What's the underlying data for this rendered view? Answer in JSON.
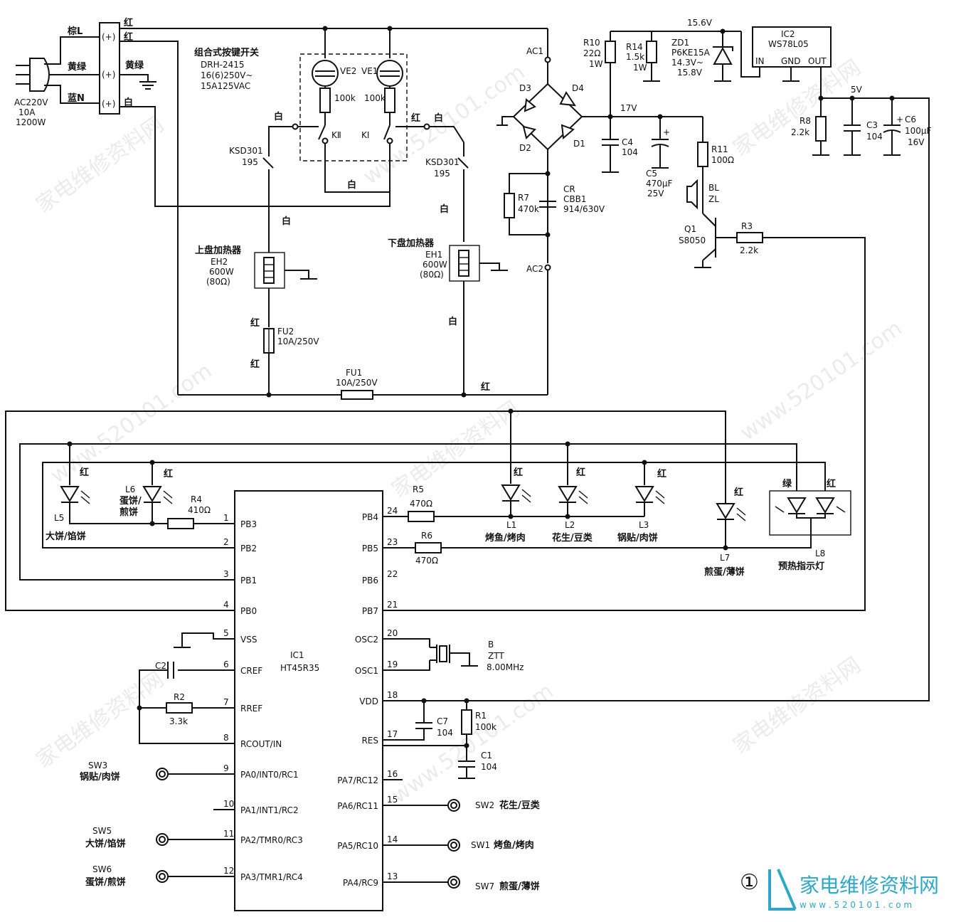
{
  "mains": {
    "source": [
      "AC220V",
      "10A",
      "1200W"
    ],
    "brown_L": "棕L",
    "yellow_green": "黄绿",
    "blue_N": "蓝N",
    "terminal": "(+)",
    "wire_red": "红",
    "wire_white": "白",
    "wire_yg": "黄绿"
  },
  "switch": {
    "title": "组合式按键开关",
    "model": "DRH-2415",
    "rating1": "16(6)250V~",
    "rating2": "15A125VAC",
    "VE2": "VE2",
    "VE1": "VE1",
    "R_ve2": "100k",
    "R_ve1": "100k",
    "K2": "KⅡ",
    "K1": "KⅠ"
  },
  "thermostats": {
    "left": {
      "name": "KSD301",
      "temp": "195"
    },
    "right": {
      "name": "KSD301",
      "temp": "195"
    }
  },
  "heaters": {
    "upper": {
      "title": "上盘加热器",
      "ref": "EH2",
      "power": "600W",
      "res": "(80Ω)"
    },
    "lower": {
      "title": "下盘加热器",
      "ref": "EH1",
      "power": "600W",
      "res": "(80Ω)"
    }
  },
  "fuses": {
    "FU2": {
      "ref": "FU2",
      "rating": "10A/250V"
    },
    "FU1": {
      "ref": "FU1",
      "rating": "10A/250V"
    }
  },
  "power_supply": {
    "AC1": "AC1",
    "AC2": "AC2",
    "D1": "D1",
    "D2": "D2",
    "D3": "D3",
    "D4": "D4",
    "CR": [
      "CR",
      "CBB1",
      "914/630V"
    ],
    "R7": [
      "R7",
      "470k"
    ],
    "R10": [
      "R10",
      "22Ω",
      "1W"
    ],
    "R14": [
      "R14",
      "1.5k",
      "1W"
    ],
    "ZD1": [
      "ZD1",
      "P6KE15A",
      "14.3V~",
      "15.8V"
    ],
    "v156": "15.6V",
    "v17": "17V",
    "C4": [
      "C4",
      "104"
    ],
    "C5": [
      "C5",
      "470μF",
      "25V"
    ],
    "R11": [
      "R11",
      "100Ω"
    ],
    "BL": [
      "BL",
      "ZL"
    ],
    "Q1": [
      "Q1",
      "S8050"
    ],
    "R3": [
      "R3",
      "2.2k"
    ],
    "IC2": {
      "ref": "IC2",
      "model": "WS78L05",
      "in": "IN",
      "gnd": "GND",
      "out": "OUT"
    },
    "v5": "5V",
    "R8": [
      "R8",
      "2.2k"
    ],
    "C3": [
      "C3",
      "104"
    ],
    "C6": [
      "C6",
      "100μF",
      "16V"
    ]
  },
  "leds": {
    "L5": {
      "ref": "L5",
      "color": "红",
      "func": "大饼/馅饼"
    },
    "L6": {
      "ref": "L6",
      "color": "红",
      "func1": "蛋饼/",
      "func2": "煎饼"
    },
    "R4": [
      "R4",
      "410Ω"
    ],
    "R5": [
      "R5",
      "470Ω"
    ],
    "R6": [
      "R6",
      "470Ω"
    ],
    "L1": {
      "ref": "L1",
      "color": "红",
      "func": "烤鱼/烤肉"
    },
    "L2": {
      "ref": "L2",
      "color": "红",
      "func": "花生/豆类"
    },
    "L3": {
      "ref": "L3",
      "color": "红",
      "func": "锅贴/肉饼"
    },
    "L7": {
      "ref": "L7",
      "color": "红",
      "func": "煎蛋/薄饼"
    },
    "L8": {
      "ref": "L8",
      "green": "绿",
      "red": "红",
      "func": "预热指示灯"
    }
  },
  "ic1": {
    "ref": "IC1",
    "model": "HT45R35",
    "left_pins": [
      {
        "num": "1",
        "name": "PB3"
      },
      {
        "num": "2",
        "name": "PB2"
      },
      {
        "num": "3",
        "name": "PB1"
      },
      {
        "num": "4",
        "name": "PB0"
      },
      {
        "num": "5",
        "name": "VSS"
      },
      {
        "num": "6",
        "name": "CREF"
      },
      {
        "num": "7",
        "name": "RREF"
      },
      {
        "num": "8",
        "name": "RCOUT/IN"
      },
      {
        "num": "9",
        "name": "PA0/INT0/RC1"
      },
      {
        "num": "10",
        "name": "PA1/INT1/RC2"
      },
      {
        "num": "11",
        "name": "PA2/TMR0/RC3"
      },
      {
        "num": "12",
        "name": "PA3/TMR1/RC4"
      }
    ],
    "right_pins": [
      {
        "num": "24",
        "name": "PB4"
      },
      {
        "num": "23",
        "name": "PB5"
      },
      {
        "num": "22",
        "name": "PB6"
      },
      {
        "num": "21",
        "name": "PB7"
      },
      {
        "num": "20",
        "name": "OSC2"
      },
      {
        "num": "19",
        "name": "OSC1"
      },
      {
        "num": "18",
        "name": "VDD"
      },
      {
        "num": "17",
        "name": "RES"
      },
      {
        "num": "16",
        "name": "PA7/RC12"
      },
      {
        "num": "15",
        "name": "PA6/RC11"
      },
      {
        "num": "14",
        "name": "PA5/RC10"
      },
      {
        "num": "13",
        "name": "PA4/RC9"
      }
    ]
  },
  "misc": {
    "C2": "C2",
    "R2": [
      "R2",
      "3.3k"
    ],
    "crystal": [
      "B",
      "ZTT",
      "8.00MHz"
    ],
    "C7": [
      "C7",
      "104"
    ],
    "R1": [
      "R1",
      "100k"
    ],
    "C1": [
      "C1",
      "104"
    ]
  },
  "switches_touch": {
    "SW3": {
      "ref": "SW3",
      "func": "锅贴/肉饼"
    },
    "SW5": {
      "ref": "SW5",
      "func": "大饼/馅饼"
    },
    "SW6": {
      "ref": "SW6",
      "func": "蛋饼/煎饼"
    },
    "SW2": {
      "ref": "SW2",
      "func": "花生/豆类"
    },
    "SW1": {
      "ref": "SW1",
      "func": "烤鱼/烤肉"
    },
    "SW7": {
      "ref": "SW7",
      "func": "煎蛋/薄饼"
    }
  },
  "figure_no": "①",
  "logo": {
    "text": "家电维修资料网",
    "url": "w w w . 5 2 0 1 0 1 . c o m"
  },
  "watermarks": [
    "家电维修资料网",
    "www.520101.com"
  ]
}
